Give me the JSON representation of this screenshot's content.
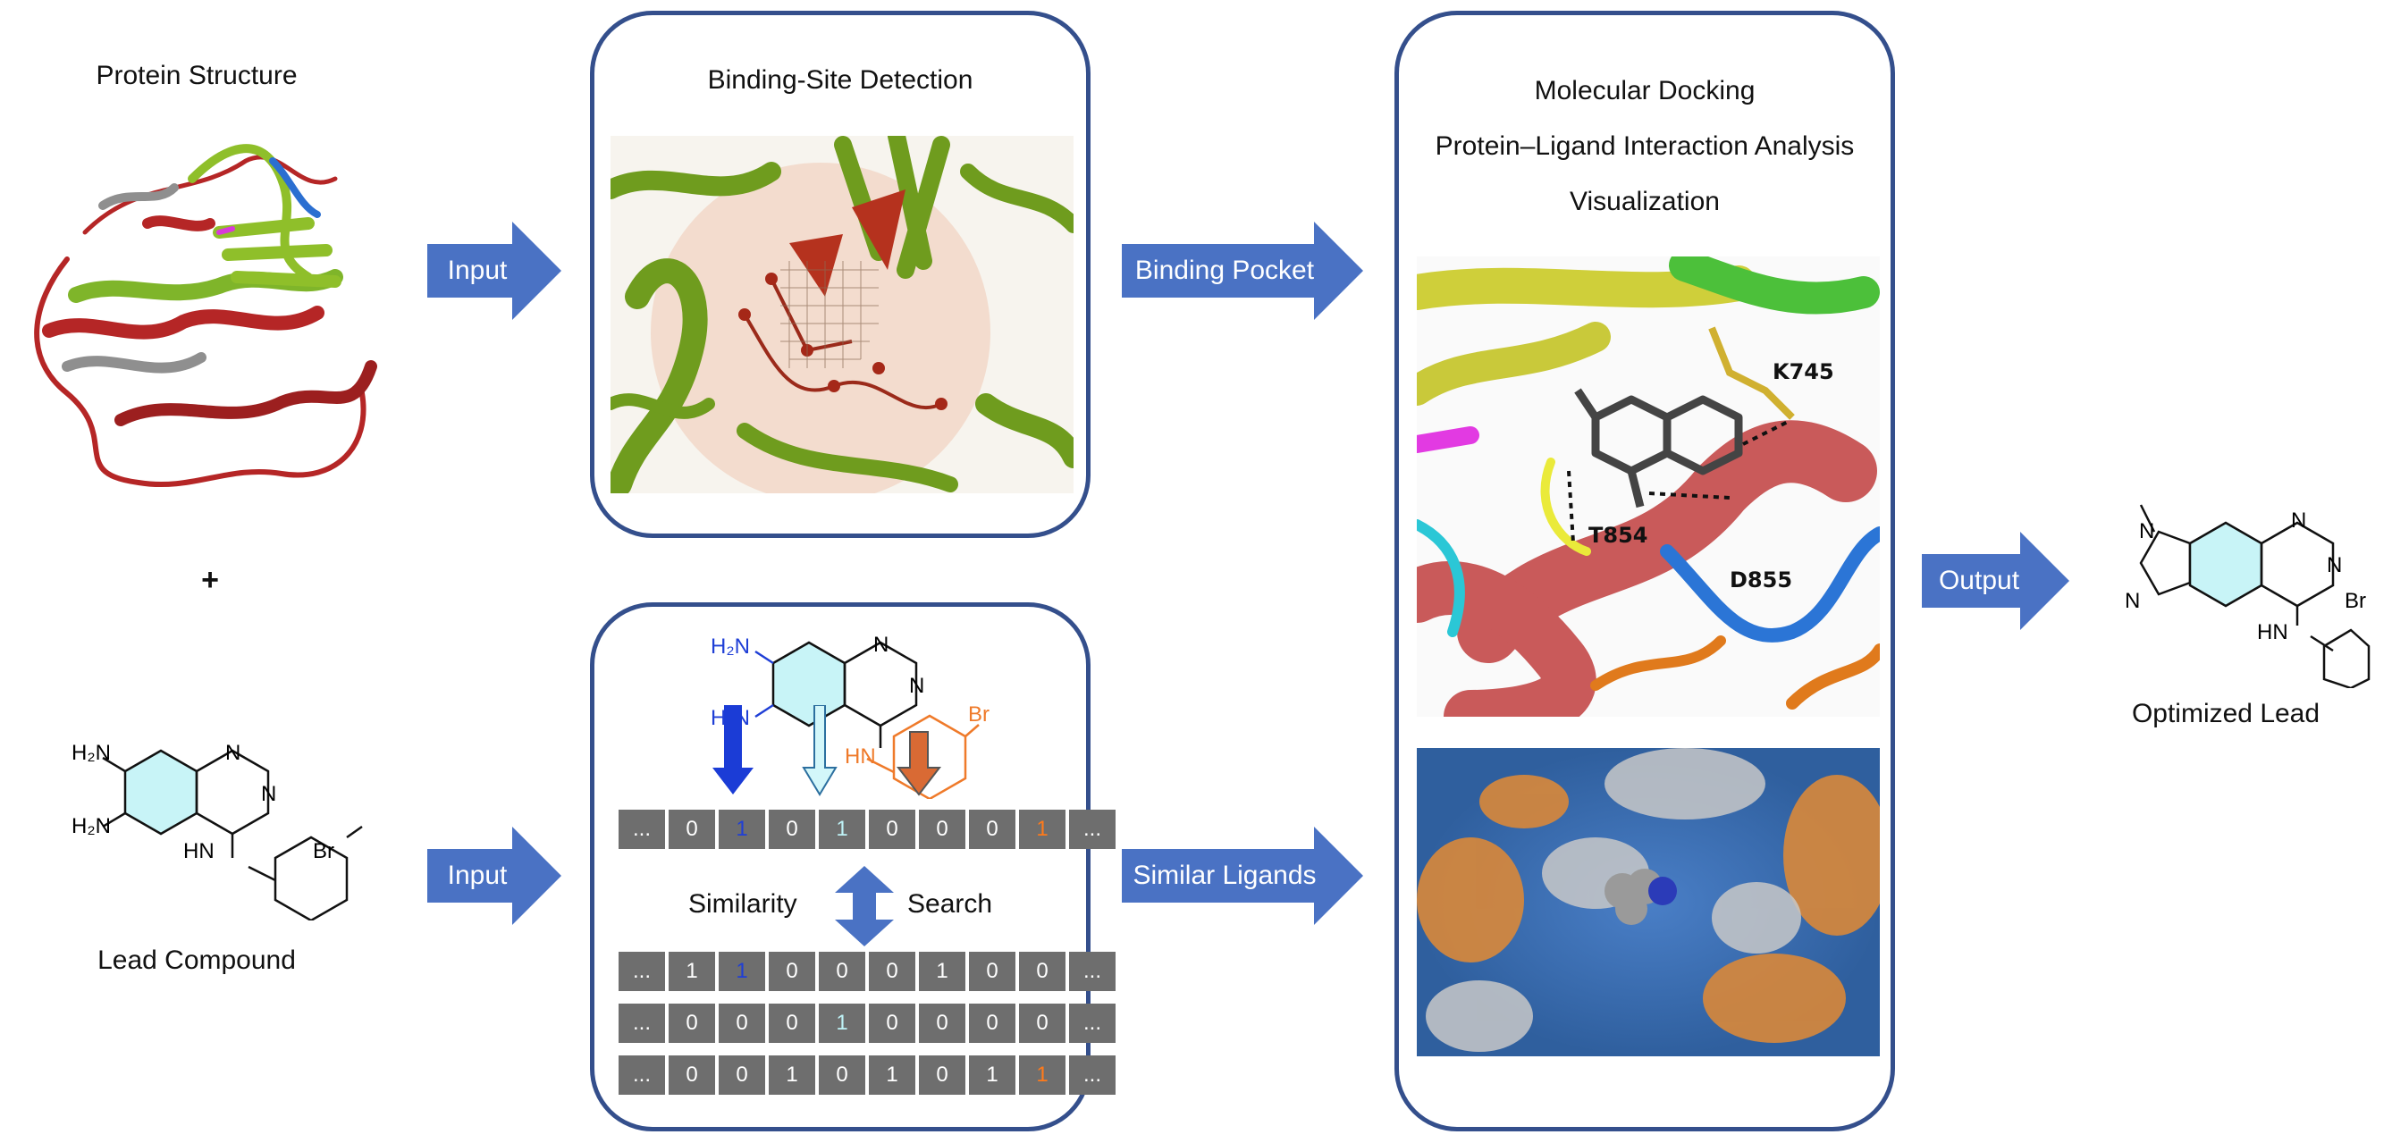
{
  "labels": {
    "protein_structure": "Protein Structure",
    "plus": "+",
    "lead_compound": "Lead Compound",
    "optimized_lead": "Optimized Lead"
  },
  "panel_binding": {
    "title": "Binding-Site Detection"
  },
  "panel_docking": {
    "title_lines": [
      "Molecular Docking",
      "Protein–Ligand Interaction Analysis",
      "Visualization"
    ],
    "residues": [
      "K745",
      "T854",
      "D855"
    ]
  },
  "panel_similarity": {
    "query_bits": [
      "...",
      "0",
      "1",
      "0",
      "1",
      "0",
      "0",
      "0",
      "1",
      "..."
    ],
    "search_left": "Similarity",
    "search_right": "Search",
    "result_rows": [
      [
        "...",
        "1",
        "1",
        "0",
        "0",
        "0",
        "1",
        "0",
        "0",
        "..."
      ],
      [
        "...",
        "0",
        "0",
        "0",
        "1",
        "0",
        "0",
        "0",
        "0",
        "..."
      ],
      [
        "...",
        "0",
        "0",
        "1",
        "0",
        "1",
        "0",
        "1",
        "1",
        "..."
      ]
    ],
    "bit_highlights": {
      "query": [
        "",
        "",
        "blue",
        "",
        "cyan",
        "",
        "",
        "",
        "orange",
        ""
      ],
      "rows": [
        [
          "",
          "",
          "blue",
          "",
          "",
          "",
          "",
          "",
          "",
          ""
        ],
        [
          "",
          "",
          "",
          "",
          "cyan",
          "",
          "",
          "",
          "",
          ""
        ],
        [
          "",
          "",
          "",
          "",
          "",
          "",
          "",
          "",
          "orange",
          ""
        ]
      ]
    }
  },
  "arrows": {
    "input_top": "Input",
    "input_bottom": "Input",
    "binding_pocket": "Binding Pocket",
    "similar_ligands": "Similar Ligands",
    "output": "Output"
  },
  "molecules": {
    "lead": {
      "nh2_top": "H₂N",
      "nh2_bottom": "H₂N",
      "n1": "N",
      "n2": "N",
      "hn": "HN",
      "br": "Br"
    },
    "fingerprint": {
      "nh2_top": "H₂N",
      "nh2_bottom": "H₂N",
      "n1": "N",
      "n2": "N",
      "hn": "HN",
      "br": "Br"
    },
    "optimized": {
      "n_top": "N",
      "n_left": "N",
      "n1": "N",
      "n2": "N",
      "hn": "HN",
      "br": "Br"
    }
  },
  "colors": {
    "arrow": "#4a72c4",
    "panel_border": "#344f8c",
    "amine_blue": "#1f3fd6",
    "aniline_orange": "#ef7a2a",
    "ring_fill": "#c8f4f7"
  }
}
